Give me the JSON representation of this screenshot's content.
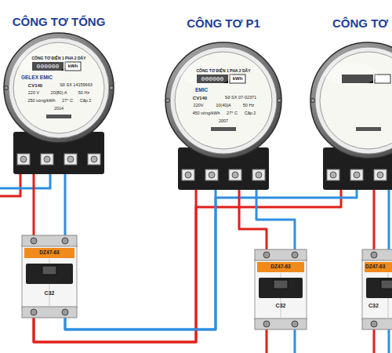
{
  "diagram": {
    "nodes": [
      {
        "text": [
          "CÔNG TƠ TỔNG",
          "CÔNG TƠ ĐIỆN 1 PHA 2 DÂY",
          "000000",
          "kWh",
          "GELEX EMIC",
          "CV140",
          "Số SX 14159663",
          "220 V",
          "20(80) A",
          "50 Hz",
          "250 vòng/kWh",
          "27° C",
          "Cấp 2",
          "2014"
        ]
      },
      {
        "text": [
          "CÔNG TƠ P1",
          "CÔNG TƠ ĐIỆN 1 PHA 2 DÂY",
          "000000",
          "kWh",
          "EMIC",
          "CV140",
          "Số SX 07-02371",
          "220V",
          "10(40)A",
          "50 Hz",
          "450 vòng/kWh",
          "27° C",
          "Cấp 2",
          "2007"
        ]
      },
      {
        "text": [
          "CÔNG TƠ"
        ]
      },
      {
        "text": [
          "DZ47-63",
          "C32"
        ]
      },
      {
        "text": [
          "DZ47-63",
          "C32"
        ]
      },
      {
        "text": [
          "DZ47-63",
          "C32"
        ]
      }
    ],
    "edges": [
      {
        "from": 0,
        "to": 3,
        "arrow": "none"
      },
      {
        "from": 3,
        "to": 1,
        "arrow": "none"
      },
      {
        "from": 3,
        "to": 2,
        "arrow": "none"
      },
      {
        "from": 1,
        "to": 4,
        "arrow": "none"
      },
      {
        "from": 2,
        "to": 5,
        "arrow": "none"
      }
    ]
  }
}
